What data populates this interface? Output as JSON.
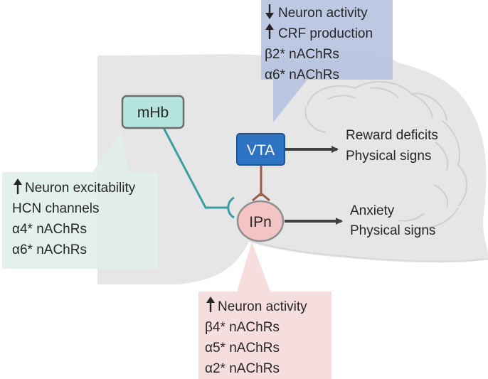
{
  "nodes": {
    "mhb": "mHb",
    "vta": "VTA",
    "ipn": "IPn"
  },
  "vta_box": {
    "line1": "Neuron activity",
    "line2": "CRF production",
    "line3": "β2* nAChRs",
    "line4": "α6* nAChRs"
  },
  "mhb_box": {
    "line1": "Neuron excitability",
    "line2": "HCN channels",
    "line3": "α4* nAChRs",
    "line4": "α6* nAChRs"
  },
  "ipn_box": {
    "line1": "Neuron activity",
    "line2": "β4* nAChRs",
    "line3": "α5* nAChRs",
    "line4": "α2* nAChRs"
  },
  "vta_outcomes": {
    "line1": "Reward deficits",
    "line2": "Physical signs"
  },
  "ipn_outcomes": {
    "line1": "Anxiety",
    "line2": "Physical signs"
  },
  "colors": {
    "brain": "#e6e6e6",
    "brain_line": "#cfcfcf",
    "vta_box": "#b6c3e0",
    "mhb_box": "#e1efed",
    "ipn_box": "#f7dcdc",
    "mhb_node": "#b5e3dd",
    "mhb_node_border": "#6e6e6e",
    "vta_node": "#2e73c1",
    "ipn_node": "#f3c4c4",
    "teal_projection": "#3a9fa3",
    "brown_projection": "#9b5b4a",
    "arrow": "#404040"
  }
}
